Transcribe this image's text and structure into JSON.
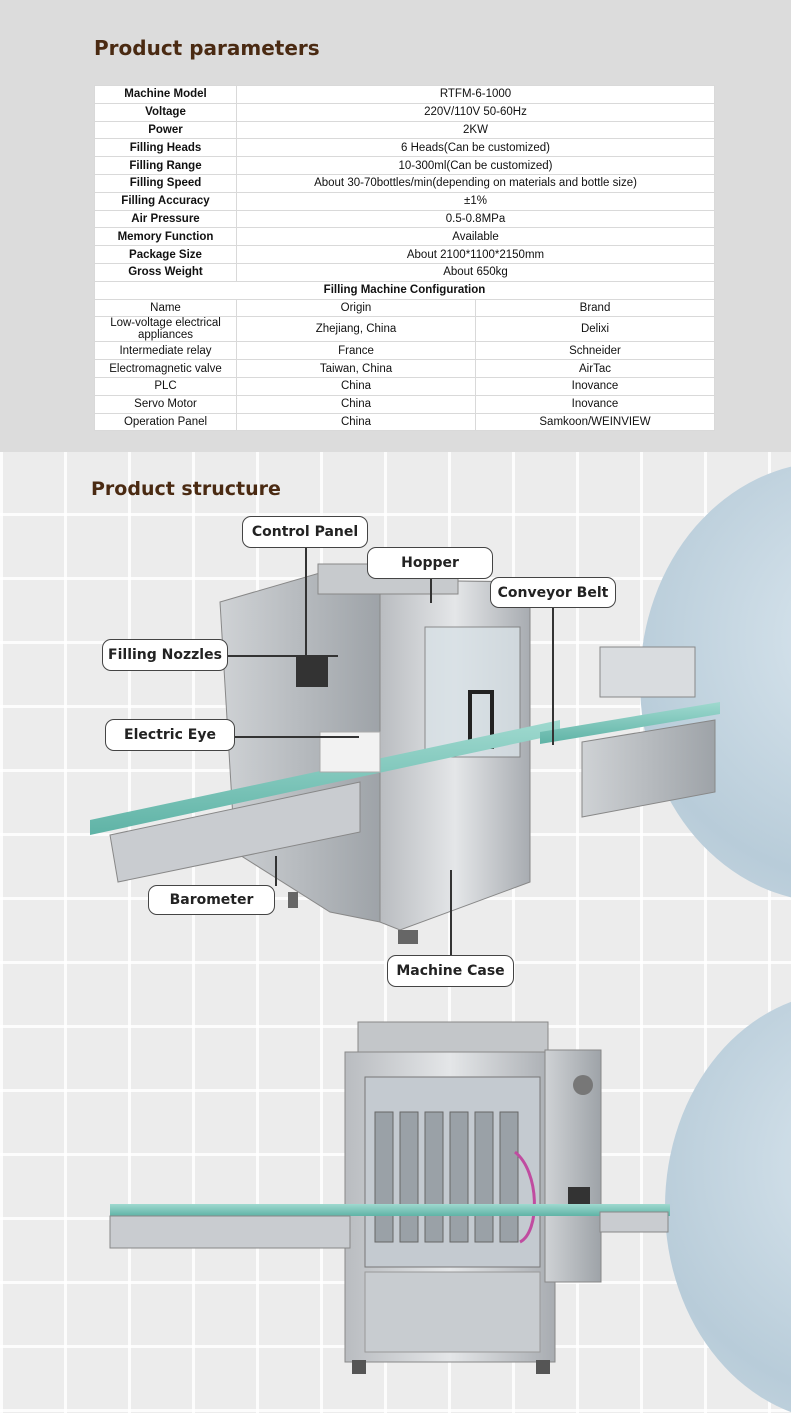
{
  "parameters": {
    "heading": "Product parameters",
    "rows": [
      {
        "label": "Machine Model",
        "value": "RTFM-6-1000"
      },
      {
        "label": "Voltage",
        "value": "220V/110V 50-60Hz"
      },
      {
        "label": "Power",
        "value": "2KW"
      },
      {
        "label": "Filling Heads",
        "value": "6 Heads(Can be customized)"
      },
      {
        "label": "Filling Range",
        "value": "10-300ml(Can be customized)"
      },
      {
        "label": "Filling Speed",
        "value": "About 30-70bottles/min(depending on materials and bottle size)"
      },
      {
        "label": "Filling Accuracy",
        "value": "±1%"
      },
      {
        "label": "Air Pressure",
        "value": "0.5-0.8MPa"
      },
      {
        "label": "Memory Function",
        "value": "Available"
      },
      {
        "label": "Package Size",
        "value": "About 2100*1100*2150mm"
      },
      {
        "label": "Gross Weight",
        "value": "About 650kg"
      }
    ],
    "config_title": "Filling Machine Configuration",
    "config_headers": [
      "Name",
      "Origin",
      "Brand"
    ],
    "config_rows": [
      [
        "Low-voltage electrical appliances",
        "Zhejiang, China",
        "Delixi"
      ],
      [
        "Intermediate relay",
        "France",
        "Schneider"
      ],
      [
        "Electromagnetic valve",
        "Taiwan, China",
        "AirTac"
      ],
      [
        "PLC",
        "China",
        "Inovance"
      ],
      [
        "Servo Motor",
        "China",
        "Inovance"
      ],
      [
        "Operation Panel",
        "China",
        "Samkoon/WEINVIEW"
      ]
    ]
  },
  "structure": {
    "heading": "Product structure",
    "callouts": {
      "control_panel": "Control Panel",
      "hopper": "Hopper",
      "conveyor_belt": "Conveyor Belt",
      "filling_nozzles": "Filling Nozzles",
      "electric_eye": "Electric Eye",
      "barometer": "Barometer",
      "machine_case": "Machine Case"
    }
  }
}
